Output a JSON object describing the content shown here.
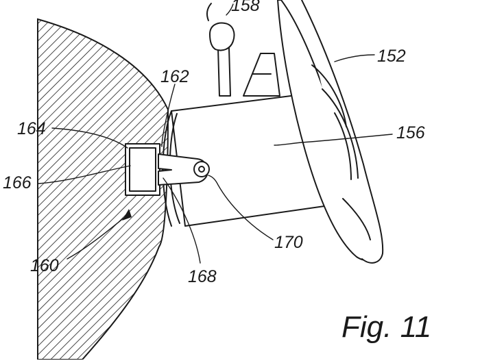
{
  "figure": {
    "caption": "Fig. 11",
    "reference_numerals": {
      "r152": "152",
      "r156": "156",
      "r158": "158",
      "r160": "160",
      "r162": "162",
      "r164": "164",
      "r166": "166",
      "r168": "168",
      "r170": "170"
    }
  }
}
